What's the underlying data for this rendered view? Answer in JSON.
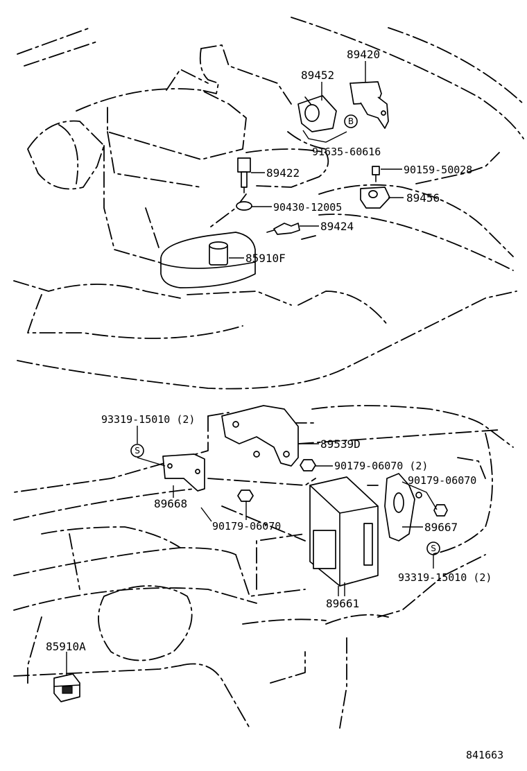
{
  "diagram_id": "841663",
  "symbols": {
    "b": "B",
    "s": "S"
  },
  "parts": {
    "p89420": "89420",
    "p89452": "89452",
    "p91635": "91635-60616",
    "p89422": "89422",
    "p90159": "90159-50028",
    "p90430": "90430-12005",
    "p89456": "89456",
    "p89424": "89424",
    "p85910F": "85910F",
    "p93319a": "93319-15010 (2)",
    "p89539D": "89539D",
    "p90179a": "90179-06070 (2)",
    "p90179b": "90179-06070",
    "p89668": "89668",
    "p90179c": "90179-06070",
    "p89667": "89667",
    "p93319b": "93319-15010 (2)",
    "p89661": "89661",
    "p85910A": "85910A"
  }
}
